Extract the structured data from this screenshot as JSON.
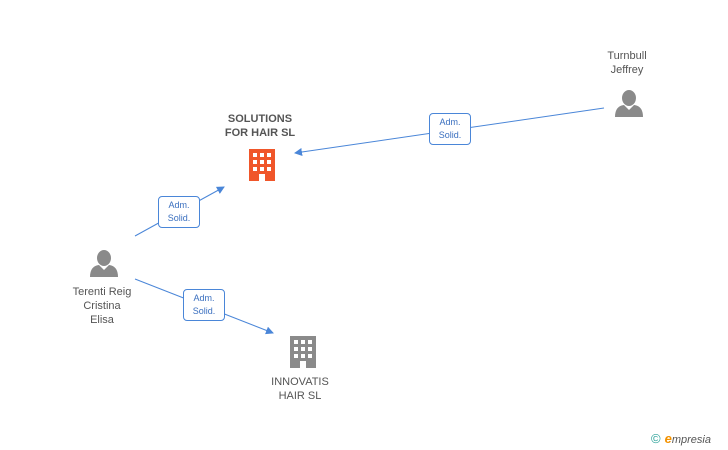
{
  "nodes": {
    "solutions": {
      "label_line1": "SOLUTIONS",
      "label_line2": "FOR HAIR SL",
      "color": "#f0562a"
    },
    "innovatis": {
      "label_line1": "INNOVATIS",
      "label_line2": "HAIR SL",
      "color": "#8a8a8a"
    },
    "turnbull": {
      "label_line1": "Turnbull",
      "label_line2": "Jeffrey",
      "color": "#8a8a8a"
    },
    "terenti": {
      "label_line1": "Terenti Reig",
      "label_line2": "Cristina",
      "label_line3": "Elisa",
      "color": "#8a8a8a"
    }
  },
  "edges": [
    {
      "line1": "Adm.",
      "line2": "Solid."
    },
    {
      "line1": "Adm.",
      "line2": "Solid."
    },
    {
      "line1": "Adm.",
      "line2": "Solid."
    }
  ],
  "colors": {
    "edge": "#4a86d8"
  },
  "watermark": {
    "copyright": "©",
    "brand_initial": "e",
    "brand_rest": "mpresia"
  }
}
